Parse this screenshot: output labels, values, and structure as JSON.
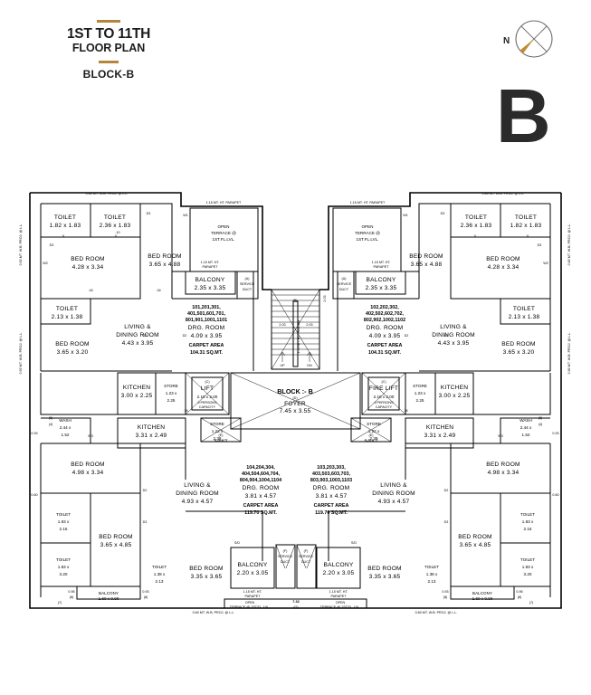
{
  "title": {
    "line1": "1ST TO 11TH",
    "line2": "FLOOR PLAN",
    "block": "BLOCK-B",
    "accent_color": "#b5863a"
  },
  "compass": {
    "north_label": "N",
    "needle_color": "#c08a33"
  },
  "block_letter": "B",
  "plan": {
    "block_tag": "BLOCK :- B",
    "foyer": {
      "ref": "(D)",
      "name": "FOYER",
      "size": "7.45 x 3.55"
    },
    "stair": {
      "up": "UP",
      "down": "DN",
      "ref": "(B)",
      "railing_note": "1.15 MT. HT. RAILING",
      "dim_left": "2.03",
      "dim_right": "2.03",
      "dim_top": "2.03"
    },
    "units": [
      {
        "id": "unit-top-left",
        "numbers": [
          "101,201,301,",
          "401,501,601,701,",
          "801,901,1001,1101"
        ],
        "room_label": "DRG. ROOM",
        "room_size": "4.09 x 3.95",
        "carpet_label": "CARPET AREA",
        "carpet_value": "104.31 SQ.MT."
      },
      {
        "id": "unit-top-right",
        "numbers": [
          "102,202,302,",
          "402,502,602,702,",
          "802,902,1002,1102"
        ],
        "room_label": "DRG. ROOM",
        "room_size": "4.09 x 3.95",
        "carpet_label": "CARPET AREA",
        "carpet_value": "104.31 SQ.MT."
      },
      {
        "id": "unit-bottom-left",
        "numbers": [
          "104,204,304,",
          "404,504,604,704,",
          "804,904,1004,1104"
        ],
        "room_label": "DRG. ROOM",
        "room_size": "3.81 x 4.57",
        "carpet_label": "CARPET AREA",
        "carpet_value": "119.70 SQ.MT."
      },
      {
        "id": "unit-bottom-right",
        "numbers": [
          "103,203,303,",
          "403,503,603,703,",
          "803,903,1003,1103"
        ],
        "room_label": "DRG. ROOM",
        "room_size": "3.81 x 4.57",
        "carpet_label": "CARPET AREA",
        "carpet_value": "119.70 SQ.MT."
      }
    ],
    "rooms": {
      "tl_toilet_a": {
        "name": "TOILET",
        "size": "1.82 x 1.83"
      },
      "tl_toilet_b": {
        "name": "TOILET",
        "size": "2.36 x 1.83"
      },
      "tl_bed_a": {
        "name": "BED ROOM",
        "size": "4.28 x 3.34"
      },
      "tl_bed_b": {
        "name": "BED ROOM",
        "size": "3.65 x 4.88"
      },
      "tl_toilet_c": {
        "name": "TOILET",
        "size": "2.13 x 1.38"
      },
      "tl_bed_c": {
        "name": "BED ROOM",
        "size": "3.65 x 3.20"
      },
      "tl_living": {
        "name": "LIVING &\nDINING ROOM",
        "name1": "LIVING &",
        "name2": "DINING ROOM",
        "size": "4.43 x 3.95"
      },
      "tl_kitchen": {
        "name": "KITCHEN",
        "size": "3.00 x 2.25"
      },
      "tl_store": {
        "name": "STORE",
        "size1": "1.23 x",
        "size2": "2.25"
      },
      "tl_balcony": {
        "name": "BALCONY",
        "size": "2.35 x 3.35"
      },
      "tr_toilet_a": {
        "name": "TOILET",
        "size": "2.36 x 1.83"
      },
      "tr_toilet_b": {
        "name": "TOILET",
        "size": "1.82 x 1.83"
      },
      "tr_bed_a": {
        "name": "BED ROOM",
        "size": "3.65 x 4.88"
      },
      "tr_bed_b": {
        "name": "BED ROOM",
        "size": "4.28 x 3.34"
      },
      "tr_toilet_c": {
        "name": "TOILET",
        "size": "2.13 x 1.38"
      },
      "tr_bed_c": {
        "name": "BED ROOM",
        "size": "3.65 x 3.20"
      },
      "tr_living": {
        "name1": "LIVING &",
        "name2": "DINING ROOM",
        "size": "4.43 x 3.95"
      },
      "tr_kitchen": {
        "name": "KITCHEN",
        "size": "3.00 x 2.25"
      },
      "tr_store": {
        "name": "STORE",
        "size1": "1.23 x",
        "size2": "2.25"
      },
      "tr_balcony": {
        "name": "BALCONY",
        "size": "2.35 x 3.35"
      },
      "bl_wash": {
        "name": "WASH",
        "size1": "2.44 x",
        "size2": "1.52"
      },
      "bl_kitchen": {
        "name": "KITCHEN",
        "size": "3.31 x 2.49"
      },
      "bl_store": {
        "name": "STORE",
        "size1": "1.22 x",
        "size2": "2.39"
      },
      "bl_bed_a": {
        "name": "BED ROOM",
        "size": "4.98 x 3.34"
      },
      "bl_toilet_a": {
        "name": "TOILET",
        "size1": "1.83 x",
        "size2": "2.15"
      },
      "bl_bed_b": {
        "name": "BED ROOM",
        "size": "3.65 x 4.85"
      },
      "bl_toilet_b": {
        "name": "TOILET",
        "size1": "1.83 x",
        "size2": "3.20"
      },
      "bl_living": {
        "name1": "LIVING &",
        "name2": "DINING ROOM",
        "size": "4.93 x 4.57"
      },
      "bl_toilet_c": {
        "name": "TOILET",
        "size1": "1.38 x",
        "size2": "2.13"
      },
      "bl_bed_c": {
        "name": "BED ROOM",
        "size": "3.35 x 3.65"
      },
      "bl_balcony_s": {
        "name": "BALCONY",
        "size": "1.60 x 0.90"
      },
      "bl_balcony_m": {
        "name": "BALCONY",
        "size": "2.20 x 3.05"
      },
      "br_wash": {
        "name": "WASH",
        "size1": "2.44 x",
        "size2": "1.52"
      },
      "br_kitchen": {
        "name": "KITCHEN",
        "size": "3.31 x 2.49"
      },
      "br_store": {
        "name": "STORE",
        "size1": "1.22 x",
        "size2": "2.39"
      },
      "br_bed_a": {
        "name": "BED ROOM",
        "size": "4.98 x 3.34"
      },
      "br_toilet_a": {
        "name": "TOILET",
        "size1": "1.83 x",
        "size2": "2.15"
      },
      "br_bed_b": {
        "name": "BED ROOM",
        "size": "3.65 x 4.85"
      },
      "br_toilet_b": {
        "name": "TOILET",
        "size1": "1.83 x",
        "size2": "3.20"
      },
      "br_living": {
        "name1": "LIVING &",
        "name2": "DINING ROOM",
        "size": "4.93 x 4.57"
      },
      "br_toilet_c": {
        "name": "TOILET",
        "size1": "1.38 x",
        "size2": "2.13"
      },
      "br_bed_c": {
        "name": "BED ROOM",
        "size": "3.35 x 3.65"
      },
      "br_balcony_s": {
        "name": "BALCONY",
        "size": "1.60 x 0.90"
      },
      "br_balcony_m": {
        "name": "BALCONY",
        "size": "2.20 x 3.05"
      }
    },
    "cores": {
      "lift": {
        "ref": "(C)",
        "name": "LIFT",
        "size": "2.10 x 2.00",
        "capacity1": "6 PERSONS",
        "capacity2": "CAPACITY"
      },
      "fire_lift": {
        "ref": "(C)",
        "name": "FIRE LIFT",
        "size": "2.10 x 2.00",
        "capacity1": "6 PERSONS",
        "capacity2": "CAPACITY"
      },
      "store_left": {
        "name": "STORE",
        "size1": "1.23 x",
        "size2": "2.25"
      },
      "store_right": {
        "name": "STORE",
        "size1": "1.23 x",
        "size2": "2.25"
      },
      "sduct_left": {
        "ref": "(E)",
        "name": "S-DUCT"
      },
      "sduct_right": {
        "ref": "(E)",
        "name": "S-DUCT"
      },
      "service_duct_a": {
        "ref": "(A)",
        "name1": "SERVICE",
        "name2": "DUCT"
      },
      "service_duct_f_left": {
        "ref": "(F)",
        "name1": "SERVICE",
        "name2": "DUCT"
      },
      "service_duct_f_right": {
        "ref": "(F)",
        "name1": "SERVICE",
        "name2": "DUCT"
      }
    },
    "terraces": {
      "top_left": {
        "line1": "OPEN",
        "line2": "TERRACE @",
        "line3": "1ST.FL.LVL."
      },
      "top_right": {
        "line1": "OPEN",
        "line2": "TERRACE @",
        "line3": "1ST.FL.LVL."
      },
      "bottom_left": {
        "line1": "OPEN",
        "line2": "TERRACE @ 1ST.FL. LVL."
      },
      "bottom_right": {
        "line1": "OPEN",
        "line2": "TERRACE @ 1ST.FL. LVL."
      }
    },
    "notes": {
      "parapet_115": "1.15 MT. HT. PARAPET",
      "parapet_115_short1": "1.15 MT. HT.",
      "parapet_115_short2": "PARAPET",
      "wb_proj": "0.60 MT. W.B. PROJ. @ L.L.",
      "wb_proj_080": "0.80 MT. W.B. PROJ. @ L.L.",
      "bottom_dim_center": "7.32",
      "bottom_ref_g": "(G)",
      "dim_060": "0.60",
      "dim_093": "0.93",
      "dim_085": "0.85",
      "dim_095": "0.95",
      "ref_7": "(7)",
      "ref_8": "(8)",
      "ref_4": "(4)",
      "ref_5": "(5)",
      "door_d1": "D1",
      "door_d2": "D2",
      "door_d3": "D3",
      "win_w1": "W1",
      "win_w2": "W2",
      "win_w3": "W3",
      "vent_v": "V",
      "vent_sd": "S/D",
      "dim_10": ".10",
      "dim_18": ".18",
      "dim_203": "2.03"
    }
  }
}
